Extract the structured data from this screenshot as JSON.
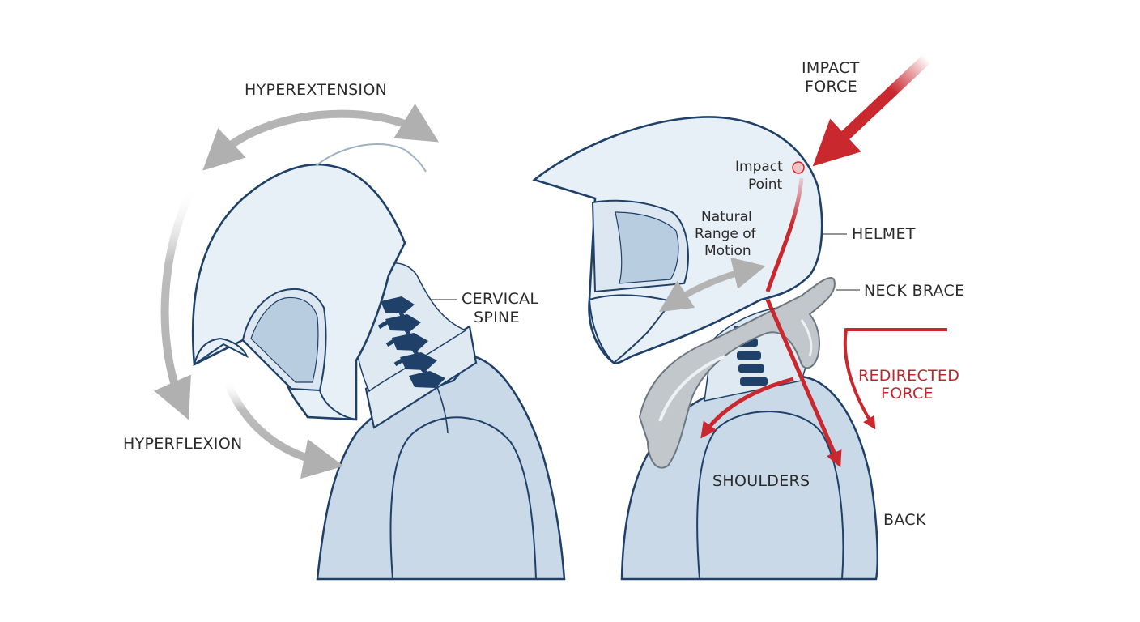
{
  "colors": {
    "outline": "#1f4068",
    "fill_light": "#e8f0f7",
    "fill_body": "#c9d9e8",
    "spine": "#1f4068",
    "gray_arrow": "#b4b4b4",
    "red": "#c8282e",
    "brace": "#c2c7cc"
  },
  "left": {
    "hyperextension": "HYPEREXTENSION",
    "hyperflexion": "HYPERFLEXION",
    "cervical_spine_1": "CERVICAL",
    "cervical_spine_2": "SPINE"
  },
  "right": {
    "impact_force_1": "IMPACT",
    "impact_force_2": "FORCE",
    "impact_point_1": "Impact",
    "impact_point_2": "Point",
    "natural_1": "Natural",
    "natural_2": "Range of",
    "natural_3": "Motion",
    "helmet": "HELMET",
    "neck_brace": "NECK BRACE",
    "redirected_1": "REDIRECTED",
    "redirected_2": "FORCE",
    "shoulders": "SHOULDERS",
    "back": "BACK"
  }
}
